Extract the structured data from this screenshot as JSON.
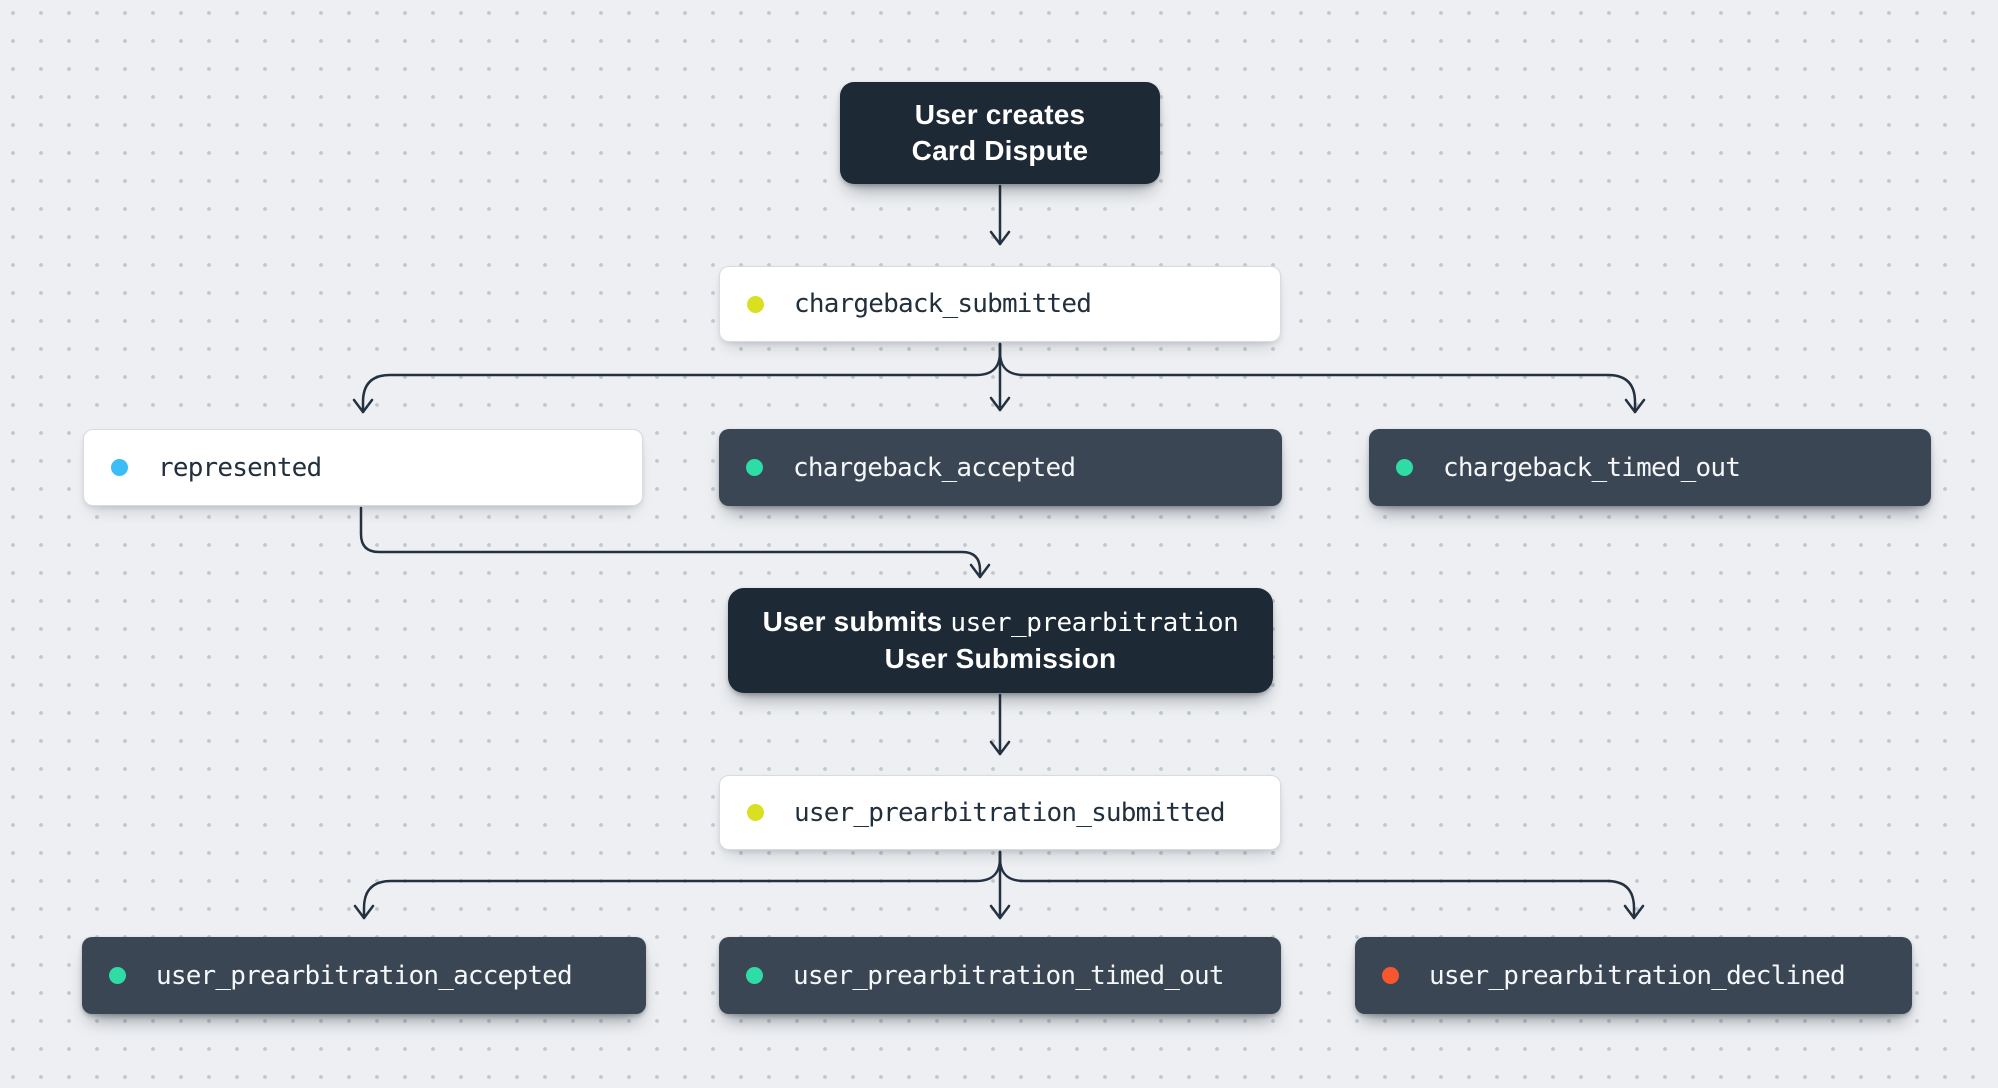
{
  "colors": {
    "background": "#edeff2",
    "grid_dot": "#c3c8d0",
    "edge": "#243140",
    "action_node_bg": "#1d2935",
    "event_dark_bg": "#3a4653",
    "event_light_bg": "#ffffff",
    "dot_yellow": "#d9e021",
    "dot_blue": "#3dbdf6",
    "dot_green": "#2edda5",
    "dot_orange": "#f8562f"
  },
  "nodes": {
    "create_dispute": {
      "line1": "User creates",
      "line2": "Card Dispute"
    },
    "chargeback_submitted": {
      "label": "chargeback_submitted"
    },
    "represented": {
      "label": "represented"
    },
    "chargeback_accepted": {
      "label": "chargeback_accepted"
    },
    "chargeback_timed_out": {
      "label": "chargeback_timed_out"
    },
    "user_submits": {
      "line1_sans": "User submits",
      "line1_mono": "user_prearbitration",
      "line2": "User Submission"
    },
    "user_prearbitration_submitted": {
      "label": "user_prearbitration_submitted"
    },
    "user_prearbitration_accepted": {
      "label": "user_prearbitration_accepted"
    },
    "user_prearbitration_timed_out": {
      "label": "user_prearbitration_timed_out"
    },
    "user_prearbitration_declined": {
      "label": "user_prearbitration_declined"
    }
  }
}
